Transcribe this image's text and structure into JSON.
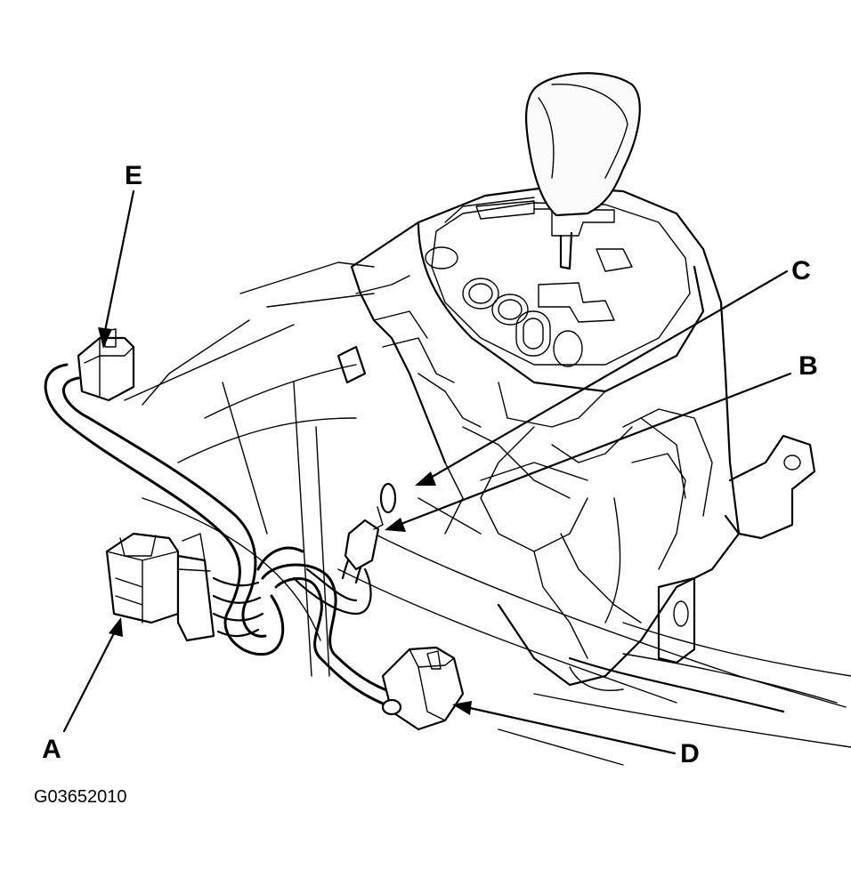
{
  "figure_code": "G03652010",
  "callouts": [
    {
      "id": "A",
      "text": "A"
    },
    {
      "id": "B",
      "text": "B"
    },
    {
      "id": "C",
      "text": "C"
    },
    {
      "id": "D",
      "text": "D"
    },
    {
      "id": "E",
      "text": "E"
    }
  ]
}
